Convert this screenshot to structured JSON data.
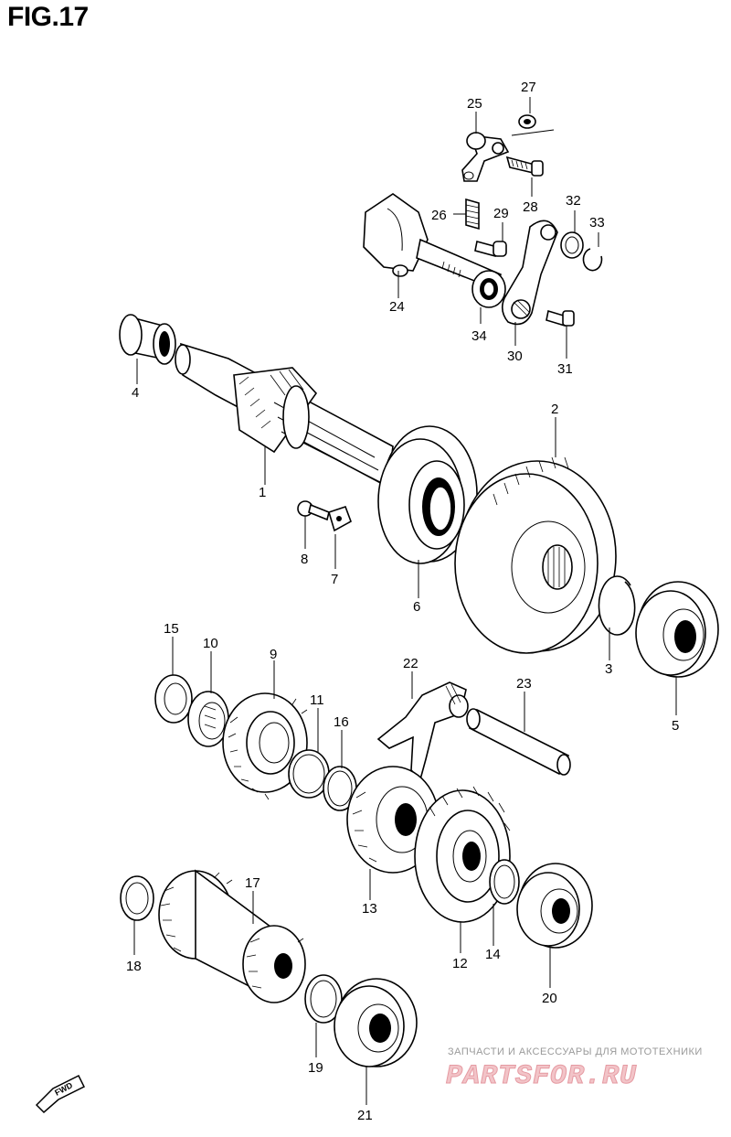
{
  "figure": {
    "title": "FIG.17"
  },
  "callouts": [
    "1",
    "2",
    "3",
    "4",
    "5",
    "6",
    "7",
    "8",
    "9",
    "10",
    "11",
    "12",
    "13",
    "14",
    "15",
    "16",
    "17",
    "18",
    "19",
    "20",
    "21",
    "22",
    "23",
    "24",
    "25",
    "26",
    "27",
    "28",
    "29",
    "30",
    "31",
    "32",
    "33",
    "34"
  ],
  "fwd_badge": {
    "label": "FWD"
  },
  "watermark": {
    "caption": "ЗАПЧАСТИ И АКСЕССУАРЫ ДЛЯ МОТОТЕХНИКИ",
    "logo": "PARTSFOR.RU",
    "color": "#e59aa2"
  },
  "icons": [
    "fwd-arrow-icon"
  ]
}
